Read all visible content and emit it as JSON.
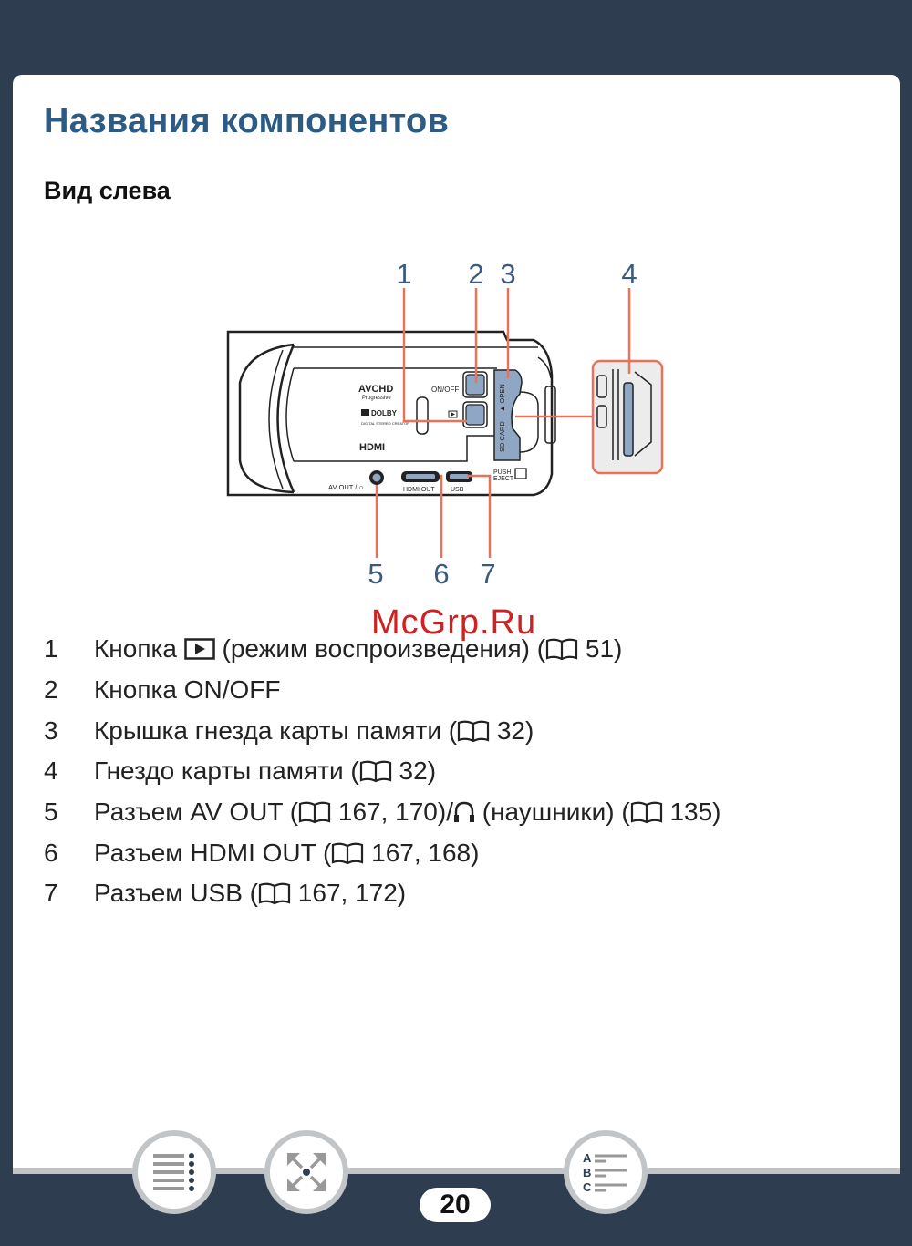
{
  "page": {
    "title": "Названия компонентов",
    "subtitle": "Вид слева",
    "page_number": "20",
    "watermark": "McGrp.Ru"
  },
  "diagram": {
    "callouts_top": [
      "1",
      "2",
      "3",
      "4"
    ],
    "callouts_bottom": [
      "5",
      "6",
      "7"
    ],
    "camera_labels": {
      "avchd": "AVCHD",
      "progressive": "Progressive",
      "dolby": "DOLBY",
      "dolby_sub": "DIGITAL STEREO CREATOR",
      "hdmi_logo": "HDMI",
      "on_off": "ON/OFF",
      "sd_card": "SD CARD",
      "open": "▲ OPEN",
      "av_out": "AV OUT / ∩",
      "hdmi_out": "HDMI OUT",
      "usb": "USB",
      "push": "PUSH",
      "eject": "EJECT"
    },
    "colors": {
      "leader": "#e8735a",
      "part": "#8fa6c4",
      "callout": "#3b5b7d"
    }
  },
  "items": [
    {
      "num": "1",
      "a": "Кнопка ",
      "b": " (режим воспроизведения) (",
      "c": " 51)"
    },
    {
      "num": "2",
      "a": "Кнопка ON/OFF"
    },
    {
      "num": "3",
      "a": "Крышка гнезда карты памяти (",
      "b": " 32)"
    },
    {
      "num": "4",
      "a": "Гнездо карты памяти (",
      "b": " 32)"
    },
    {
      "num": "5",
      "a": "Разъем AV OUT (",
      "b": " 167, 170)/",
      "c": " (наушники) (",
      "d": " 135)"
    },
    {
      "num": "6",
      "a": "Разъем HDMI OUT (",
      "b": " 167, 168)"
    },
    {
      "num": "7",
      "a": "Разъем USB (",
      "b": " 167, 172)"
    }
  ],
  "nav": {
    "buttons": [
      "table-of-contents",
      "index-of-parts",
      "alphabetical-index"
    ]
  }
}
